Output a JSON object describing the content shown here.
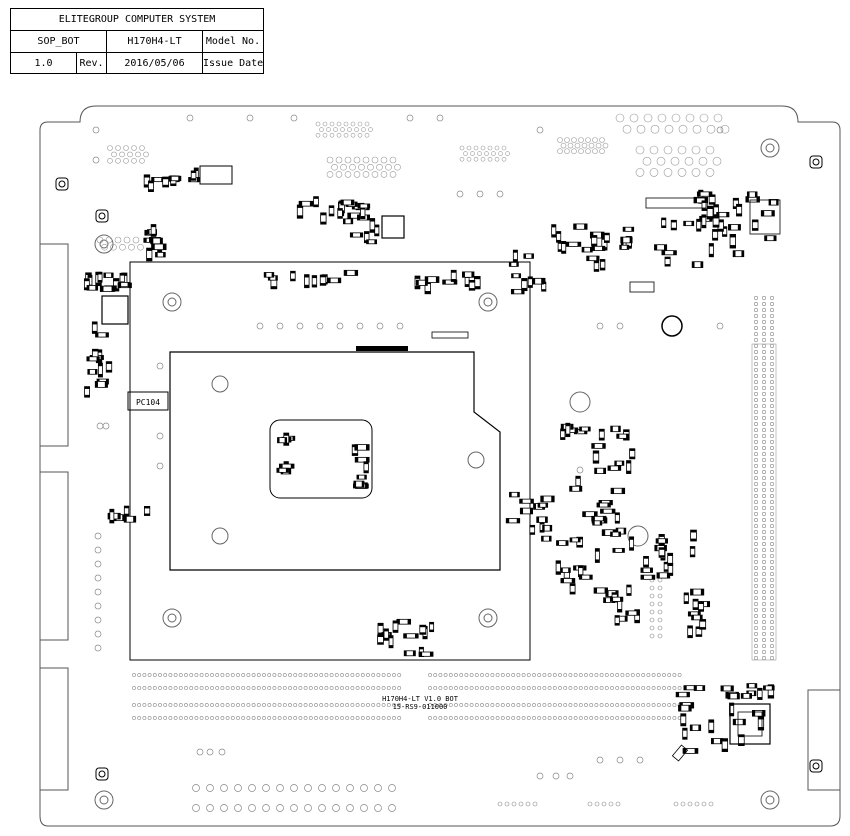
{
  "title_block": {
    "company": "ELITEGROUP COMPUTER SYSTEM",
    "sheet": "SOP_BOT",
    "model_label": "Model No.",
    "model_value": "H170H4-LT",
    "rev_label": "Rev.",
    "rev_value": "1.0",
    "date_label": "Issue Date",
    "date_value": "2016/05/06"
  },
  "board": {
    "part_label_1": "PC104",
    "silk_line_1": "H170H4-LT V1.0  BOT",
    "silk_line_2": "15-RS9-011000"
  }
}
